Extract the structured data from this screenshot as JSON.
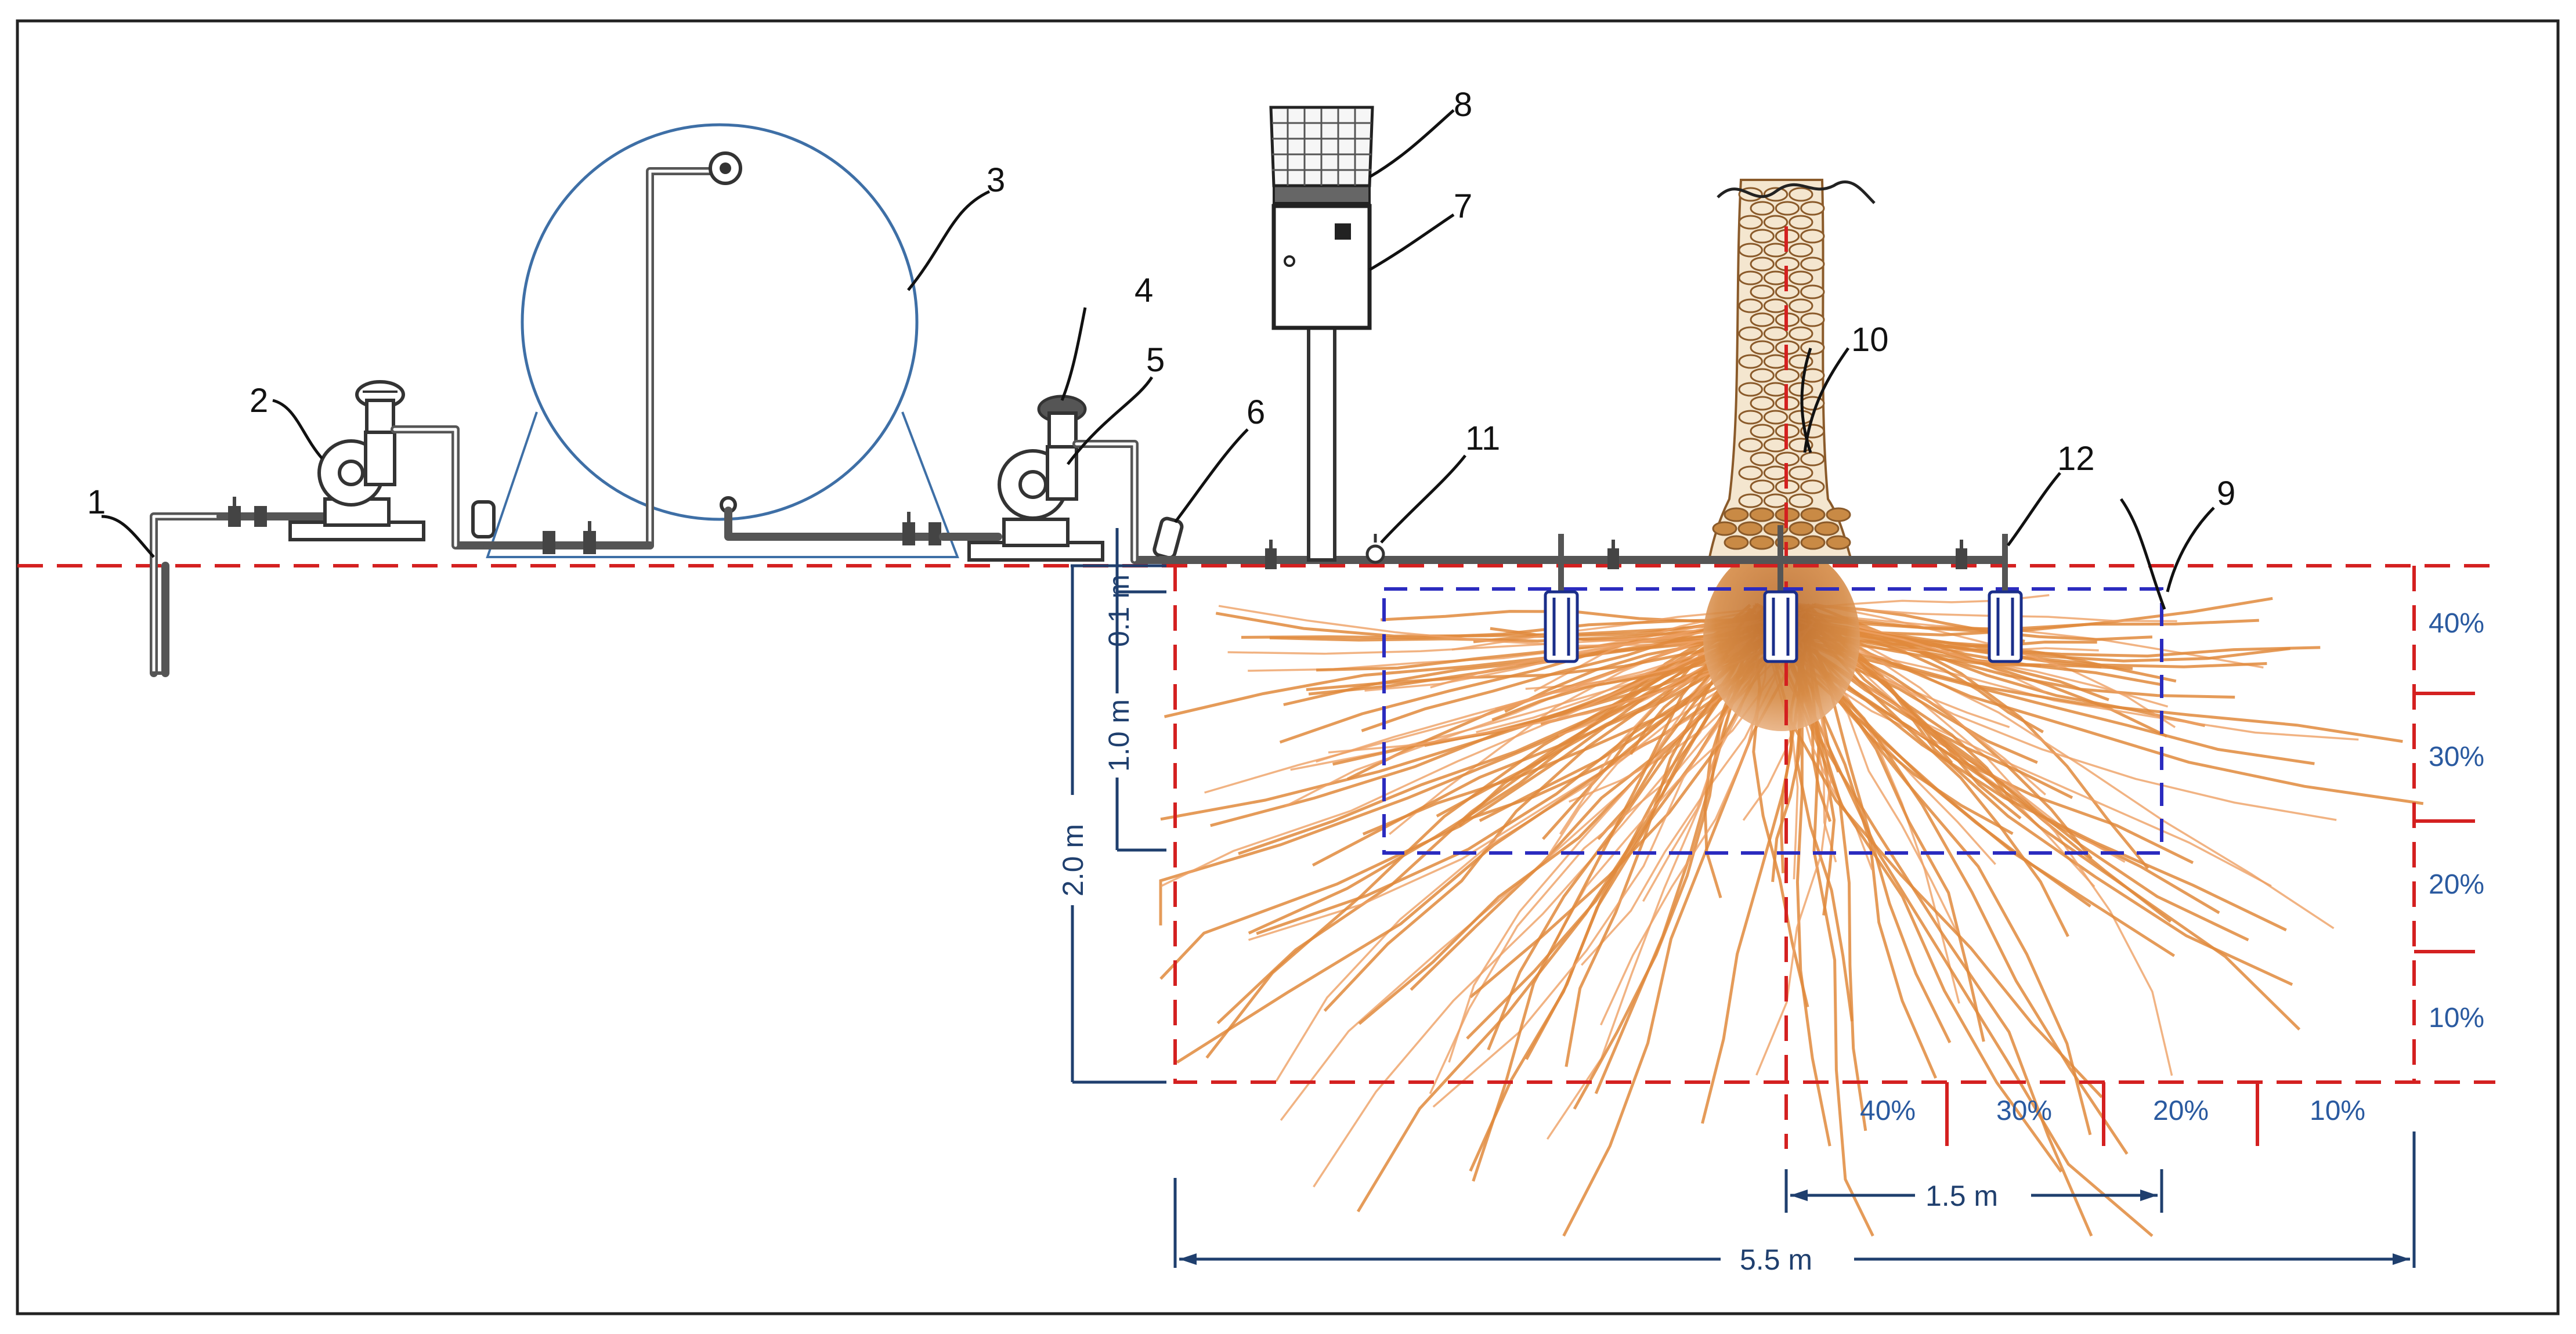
{
  "callouts": [
    "1",
    "2",
    "3",
    "4",
    "5",
    "6",
    "7",
    "8",
    "9",
    "10",
    "11",
    "12"
  ],
  "dimensions": {
    "depth_0_1": "0.1 m",
    "depth_1_0": "1.0 m",
    "depth_2_0": "2.0 m",
    "width_1_5": "1.5 m",
    "width_5_5": "5.5 m"
  },
  "vertical_shares": [
    "40%",
    "30%",
    "20%",
    "10%"
  ],
  "horizontal_shares": [
    "40%",
    "30%",
    "20%",
    "10%"
  ],
  "colors": {
    "ground_line": "#d42020",
    "sensor_zone": "#2b2bbf",
    "roots": "#e08a3c",
    "dimension": "#1f3f6e",
    "tank": "#3e6fa6"
  }
}
